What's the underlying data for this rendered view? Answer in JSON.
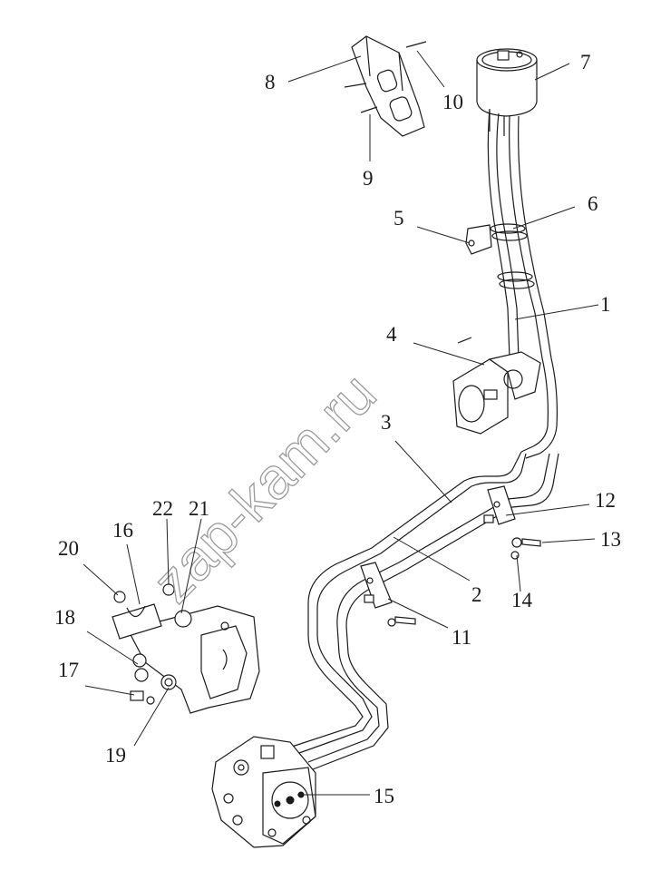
{
  "figure": {
    "watermark": "zap-kam.ru",
    "callouts": [
      {
        "id": "1",
        "label": "1"
      },
      {
        "id": "2",
        "label": "2"
      },
      {
        "id": "3",
        "label": "3"
      },
      {
        "id": "4",
        "label": "4"
      },
      {
        "id": "5",
        "label": "5"
      },
      {
        "id": "6",
        "label": "6"
      },
      {
        "id": "7",
        "label": "7"
      },
      {
        "id": "8",
        "label": "8"
      },
      {
        "id": "9",
        "label": "9"
      },
      {
        "id": "10",
        "label": "10"
      },
      {
        "id": "11",
        "label": "11"
      },
      {
        "id": "12",
        "label": "12"
      },
      {
        "id": "13",
        "label": "13"
      },
      {
        "id": "14",
        "label": "14"
      },
      {
        "id": "15",
        "label": "15"
      },
      {
        "id": "16",
        "label": "16"
      },
      {
        "id": "17",
        "label": "17"
      },
      {
        "id": "18",
        "label": "18"
      },
      {
        "id": "19",
        "label": "19"
      },
      {
        "id": "20",
        "label": "20"
      },
      {
        "id": "21",
        "label": "21"
      },
      {
        "id": "22",
        "label": "22"
      }
    ]
  }
}
